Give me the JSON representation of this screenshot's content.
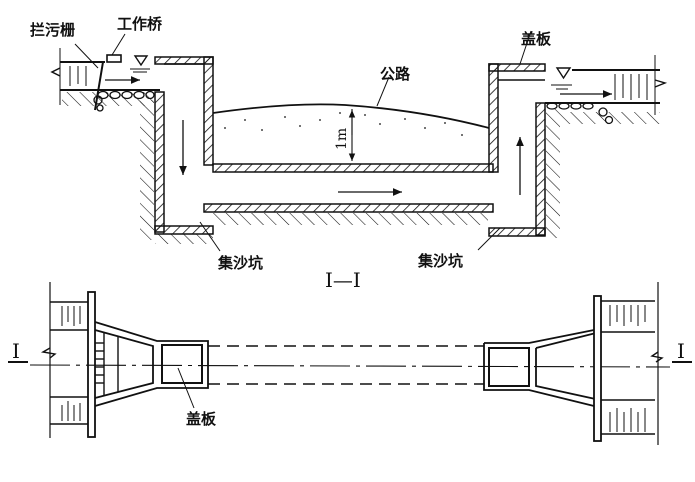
{
  "section": {
    "title": "I—I",
    "labels": {
      "trash_rack": "拦污栅",
      "work_bridge": "工作桥",
      "cover_plate_right": "盖板",
      "road": "公路",
      "depth": "1m",
      "sand_pit_left": "集沙坑",
      "sand_pit_right": "集沙坑"
    }
  },
  "plan": {
    "labels": {
      "cover_plate": "盖板",
      "section_mark_left": "I",
      "section_mark_right": "I"
    }
  },
  "colors": {
    "ink": "#111111",
    "background": "#ffffff"
  }
}
